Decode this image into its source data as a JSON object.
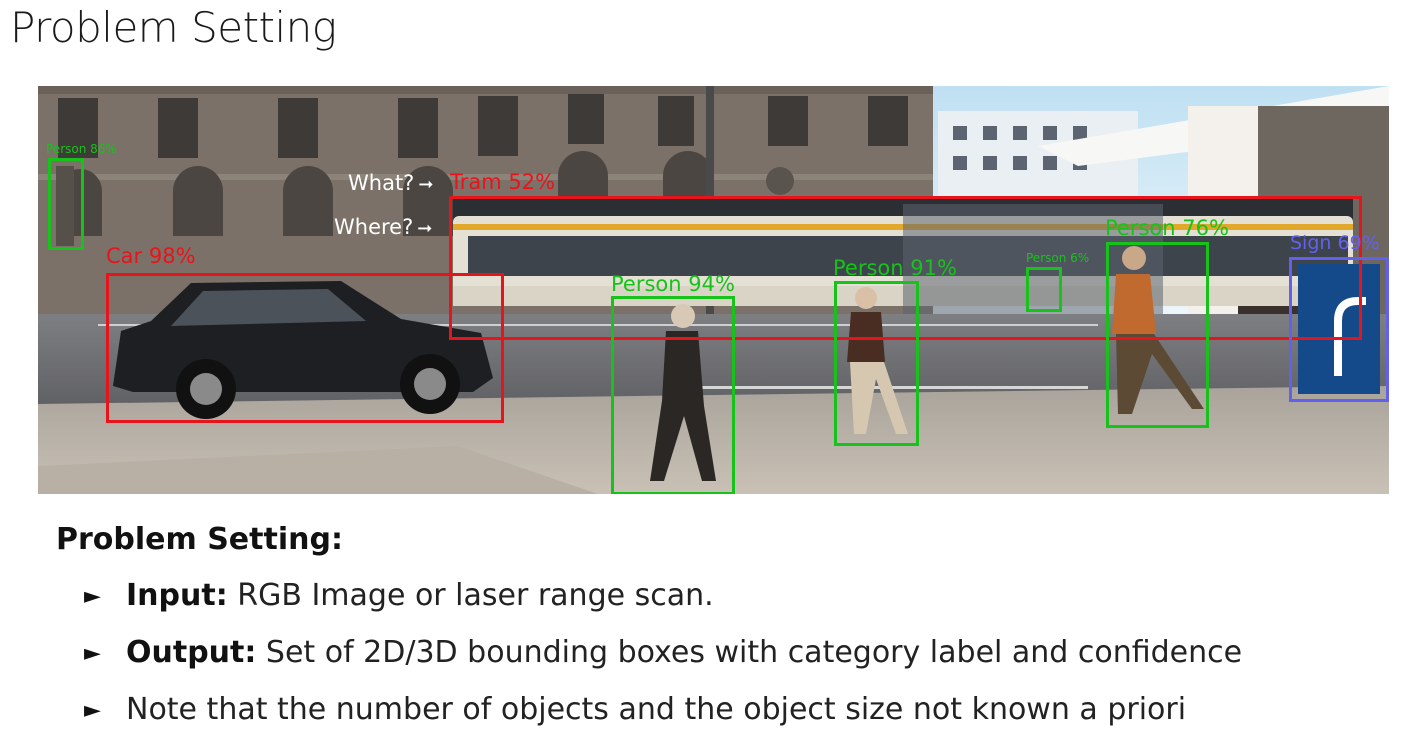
{
  "slide": {
    "title": "Problem Setting"
  },
  "detections": [
    {
      "label": "Person 86%",
      "color": "#17c21a"
    },
    {
      "label": "Car 98%",
      "color": "#e8141b"
    },
    {
      "label": "Tram 52%",
      "color": "#e8141b"
    },
    {
      "label": "Person 94%",
      "color": "#17c21a"
    },
    {
      "label": "Person 91%",
      "color": "#17c21a"
    },
    {
      "label": "Person 6%",
      "color": "#17c21a"
    },
    {
      "label": "Person 76%",
      "color": "#17c21a"
    },
    {
      "label": "Sign 69%",
      "color": "#6261ee"
    }
  ],
  "annotations": {
    "what": "What?",
    "where": "Where?",
    "arrow": "➞"
  },
  "content": {
    "heading": "Problem Setting:",
    "bullet_marker": "►",
    "bullets": [
      {
        "bold": "Input:",
        "text": " RGB Image or laser range scan."
      },
      {
        "bold": "Output:",
        "text": " Set of 2D/3D bounding boxes with category label and confidence"
      },
      {
        "bold": "",
        "text": "Note that the number of objects and the object size not known a priori"
      }
    ]
  }
}
